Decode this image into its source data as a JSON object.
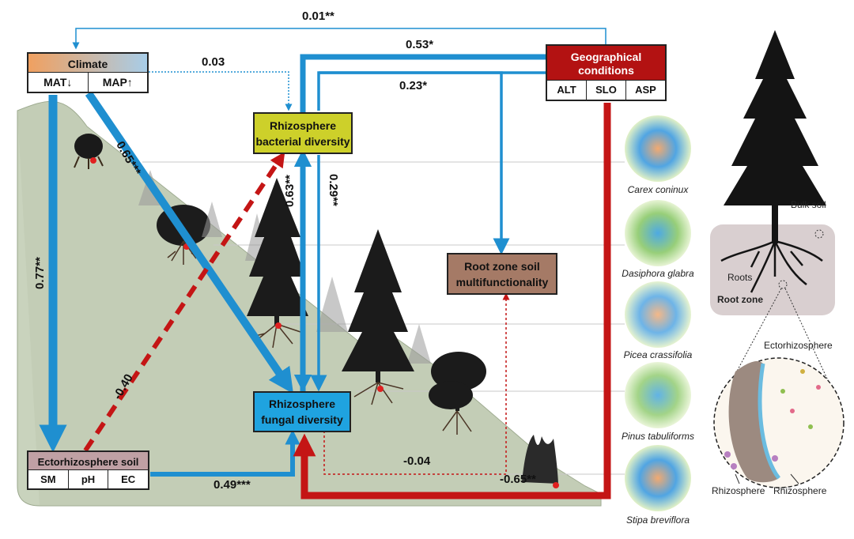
{
  "climate": {
    "title": "Climate",
    "vars": [
      "MAT↓",
      "MAP↑"
    ]
  },
  "geo": {
    "title_line1": "Geographical",
    "title_line2": "conditions",
    "vars": [
      "ALT",
      "SLO",
      "ASP"
    ]
  },
  "bacterial": {
    "line1": "Rhizosphere",
    "line2": "bacterial diversity"
  },
  "fungal": {
    "line1": "Rhizosphere",
    "line2": "fungal diversity"
  },
  "multi": {
    "line1": "Root zone soil",
    "line2": "multifunctionality"
  },
  "ecto": {
    "title": "Ectorhizosphere soil",
    "vars": [
      "SM",
      "pH",
      "EC"
    ]
  },
  "paths": {
    "geo_climate": "0.01**",
    "geo_fungal": "0.53*",
    "climate_bacterial": "0.03",
    "geo_multi": "0.23*",
    "mat_fungal": "0.65***",
    "fungal_bacterial": "0.63**",
    "bacterial_fungal": "0.29**",
    "climate_ecto": "0.77**",
    "ecto_bacterial": "-0.40",
    "ecto_fungal": "0.49***",
    "fungal_multi": "-0.04",
    "slo_fungal": "-0.65**"
  },
  "species": [
    "Carex coninux",
    "Dasiphora glabra",
    "Picea crassifolia",
    "Pinus tabuliforms",
    "Stipa breviflora"
  ],
  "panel": {
    "bulk_soil": "Bulk soil",
    "roots": "Roots",
    "root_zone": "Root zone",
    "ectorhizosphere": "Ectorhizosphere",
    "rhizosphere_left": "Rhizosphere",
    "rhizosphere_right": "Rhizosphere"
  },
  "colors": {
    "blue": "#1f8fd0",
    "red": "#c41515",
    "climate_left": "#f0a060",
    "climate_right": "#a8cde8",
    "geo_fill": "#b31212",
    "bacterial_fill": "#cdd02a",
    "fungal_fill": "#1fa3e0",
    "multi_fill": "#a57a66",
    "ecto_fill": "#bfa0a4",
    "hill": "#c9d3bd"
  }
}
